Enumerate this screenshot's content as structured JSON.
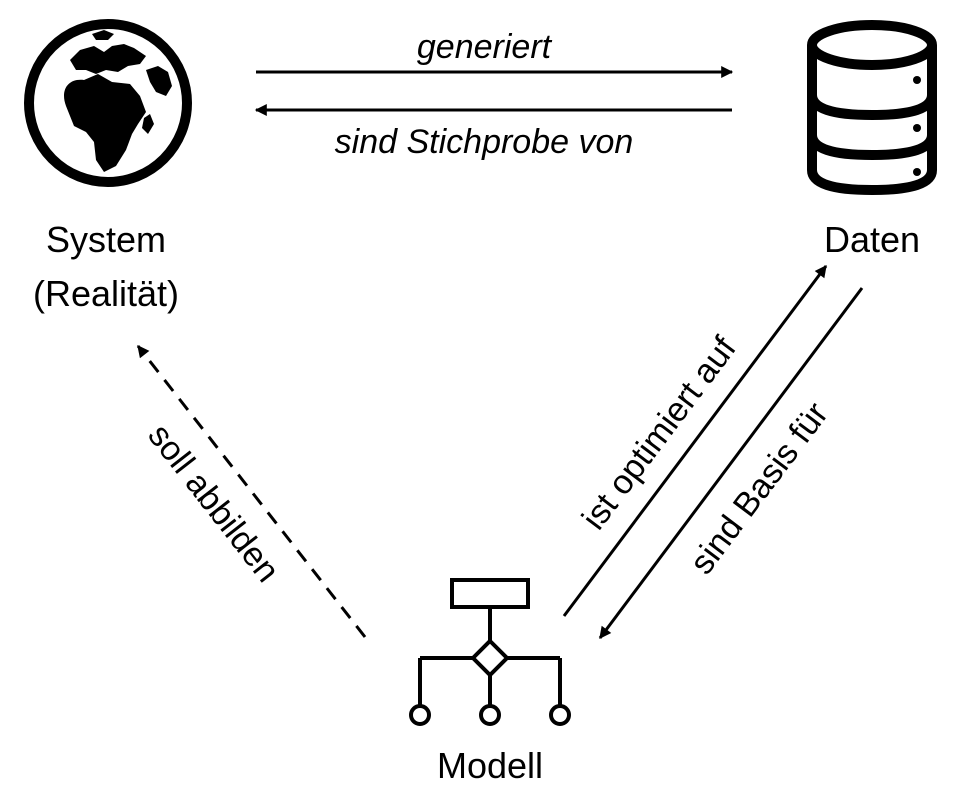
{
  "nodes": {
    "system": {
      "label_line1": "System",
      "label_line2": "(Realität)",
      "icon": "globe-icon"
    },
    "daten": {
      "label": "Daten",
      "icon": "database-icon"
    },
    "modell": {
      "label": "Modell",
      "icon": "decision-tree-icon"
    }
  },
  "edges": {
    "generiert": "generiert",
    "stichprobe": "sind Stichprobe von",
    "optimiert": "ist optimiert auf",
    "basis": "sind Basis für",
    "abbilden": "soll abbilden"
  }
}
